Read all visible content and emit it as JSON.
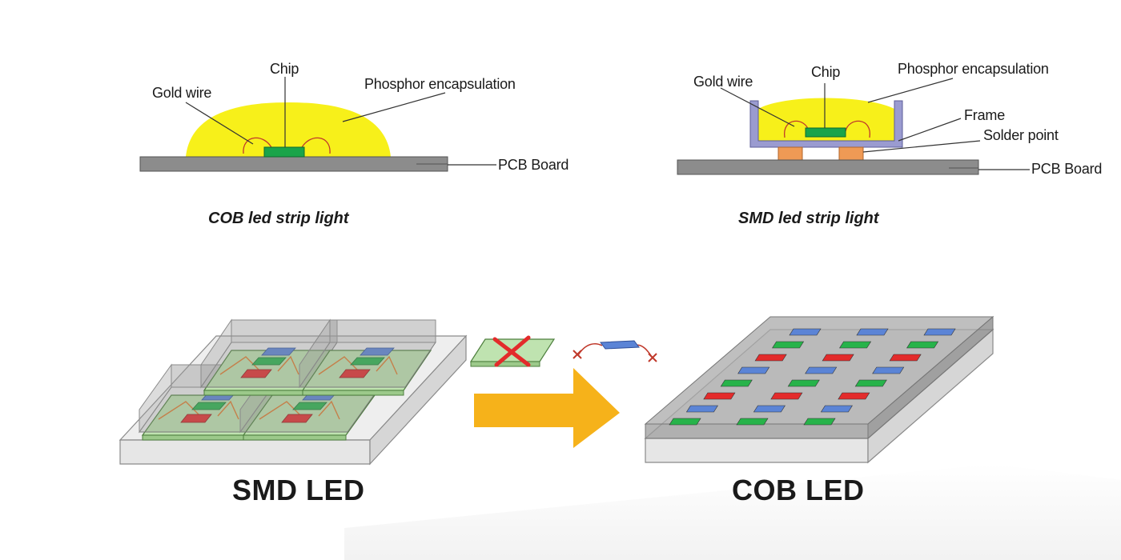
{
  "cob_cross_section": {
    "chip": "Chip",
    "gold_wire": "Gold wire",
    "phosphor": "Phosphor encapsulation",
    "pcb": "PCB Board",
    "caption": "COB led strip light"
  },
  "smd_cross_section": {
    "chip": "Chip",
    "gold_wire": "Gold wire",
    "phosphor": "Phosphor encapsulation",
    "frame": "Frame",
    "solder": "Solder point",
    "pcb": "PCB Board",
    "caption": "SMD led strip light"
  },
  "bottom": {
    "smd_title": "SMD LED",
    "cob_title": "COB LED"
  },
  "colors": {
    "phosphor": "#f7f01a",
    "chip": "#1aa44a",
    "gold_wire": "#c0392b",
    "pcb": "#8c8c8c",
    "frame": "#9a9bd0",
    "solder": "#ef9a55",
    "arrow": "#f6b21a",
    "red_led": "#e32b2b",
    "green_led": "#27b34a",
    "blue_led": "#5b84d6"
  }
}
